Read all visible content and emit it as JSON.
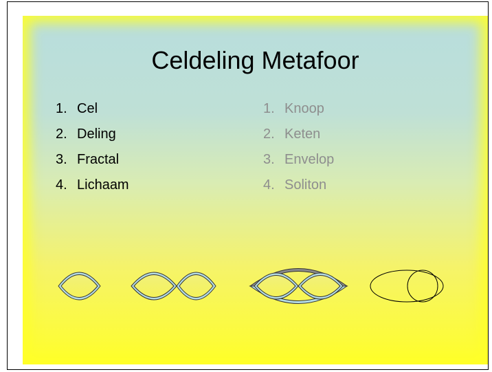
{
  "slide": {
    "title": "Celdeling Metafoor",
    "left_list": [
      {
        "num": "1.",
        "label": "Cel"
      },
      {
        "num": "2.",
        "label": "Deling"
      },
      {
        "num": "3.",
        "label": "Fractal"
      },
      {
        "num": "4.",
        "label": "Lichaam"
      }
    ],
    "right_list": [
      {
        "num": "1.",
        "label": "Knoop"
      },
      {
        "num": "2.",
        "label": "Keten"
      },
      {
        "num": "3.",
        "label": "Envelop"
      },
      {
        "num": "4.",
        "label": "Soliton"
      }
    ]
  },
  "colors": {
    "background_top": "#b8dedd",
    "background_bottom": "#ffff2a",
    "active_text": "#000000",
    "inactive_text": "#8e8e8e",
    "shape_fill": "#b5dde5",
    "shape_dark": "#888888"
  }
}
